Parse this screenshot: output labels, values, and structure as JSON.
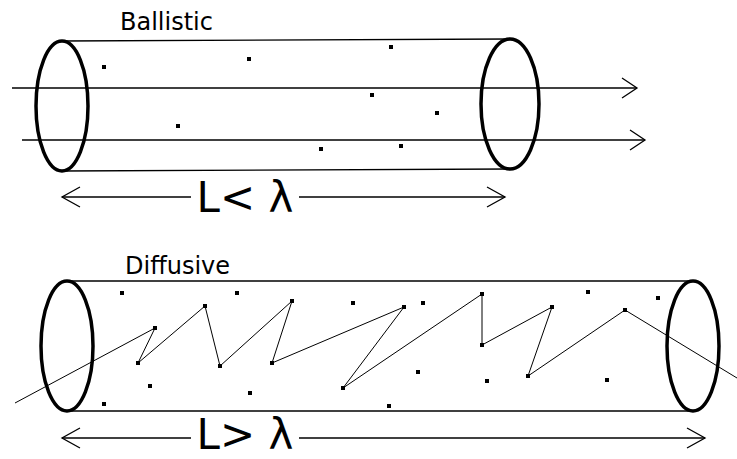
{
  "diagram": {
    "labels": [
      "Ballistic",
      "L< λ",
      "Diffusive",
      "L> λ"
    ]
  }
}
